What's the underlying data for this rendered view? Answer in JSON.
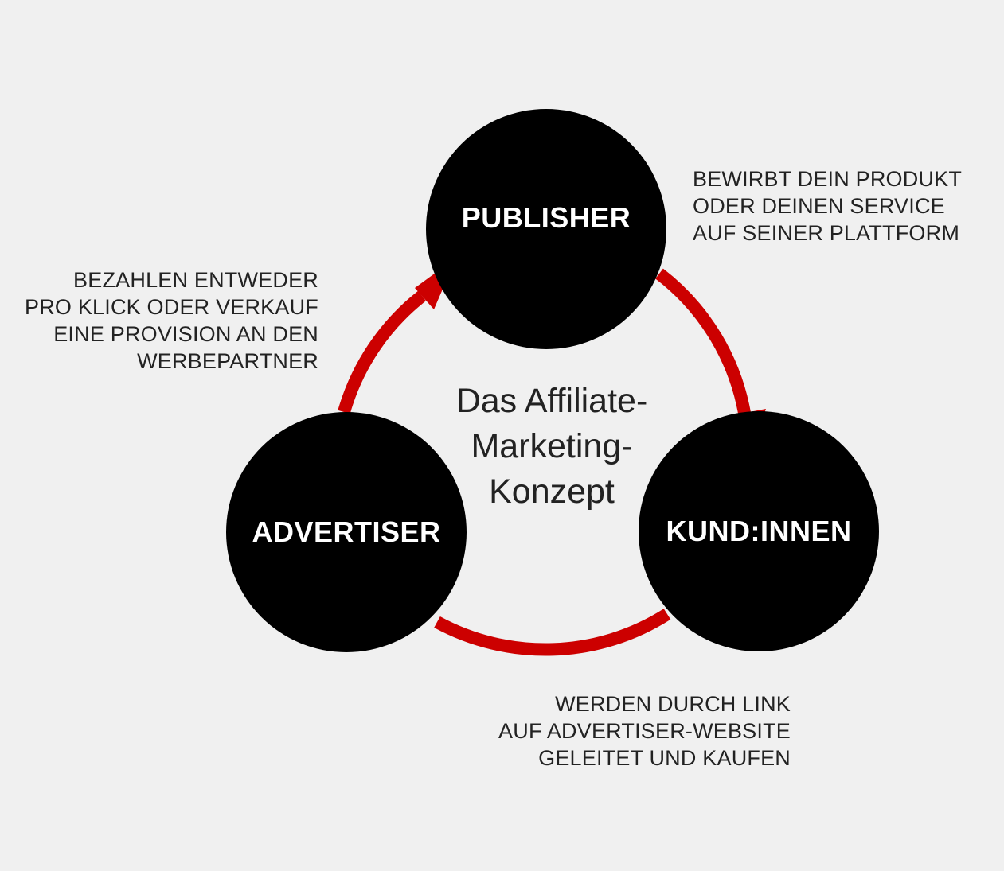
{
  "colors": {
    "background": "#f0f0f0",
    "node": "#000000",
    "node_text": "#ffffff",
    "arrow": "#cc0000",
    "text": "#222222"
  },
  "nodes": {
    "publisher": "PUBLISHER",
    "advertiser": "ADVERTISER",
    "kunden": "KUND:INNEN"
  },
  "center_title": [
    "Das Affiliate-",
    "Marketing-",
    "Konzept"
  ],
  "notes": {
    "publisher": [
      "BEWIRBT DEIN PRODUKT",
      "ODER DEINEN SERVICE",
      "AUF SEINER PLATTFORM"
    ],
    "advertiser": [
      "BEZAHLEN ENTWEDER",
      "PRO KLICK ODER VERKAUF",
      "EINE PROVISION AN DEN",
      "WERBEPARTNER"
    ],
    "kunden": [
      "WERDEN DURCH LINK",
      "AUF ADVERTISER-WEBSITE",
      "GELEITET UND KAUFEN"
    ]
  },
  "arrows": [
    {
      "from": "advertiser",
      "to": "publisher"
    },
    {
      "from": "publisher",
      "to": "kunden"
    },
    {
      "from": "kunden",
      "to": "advertiser"
    }
  ]
}
